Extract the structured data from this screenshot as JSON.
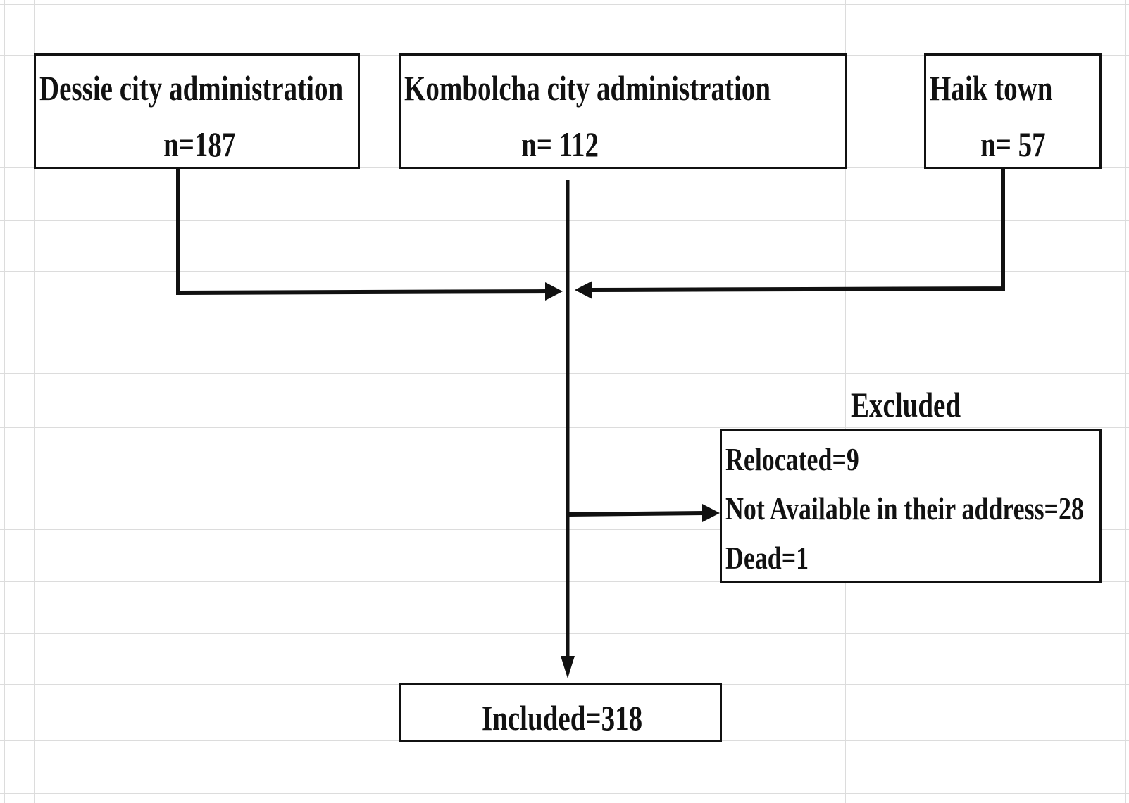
{
  "diagram": {
    "sources": [
      {
        "label": "Dessie city administration",
        "count": "n=187"
      },
      {
        "label": "Kombolcha city administration",
        "count": "n= 112"
      },
      {
        "label": "Haik town",
        "count": "n= 57"
      }
    ],
    "excluded": {
      "title": "Excluded",
      "items": [
        "Relocated=9",
        "Not Available in their address=28",
        "Dead=1"
      ]
    },
    "included": {
      "label": "Included=318"
    }
  },
  "colors": {
    "line": "#111111",
    "grid": "#dcdcdc",
    "background": "#ffffff"
  }
}
